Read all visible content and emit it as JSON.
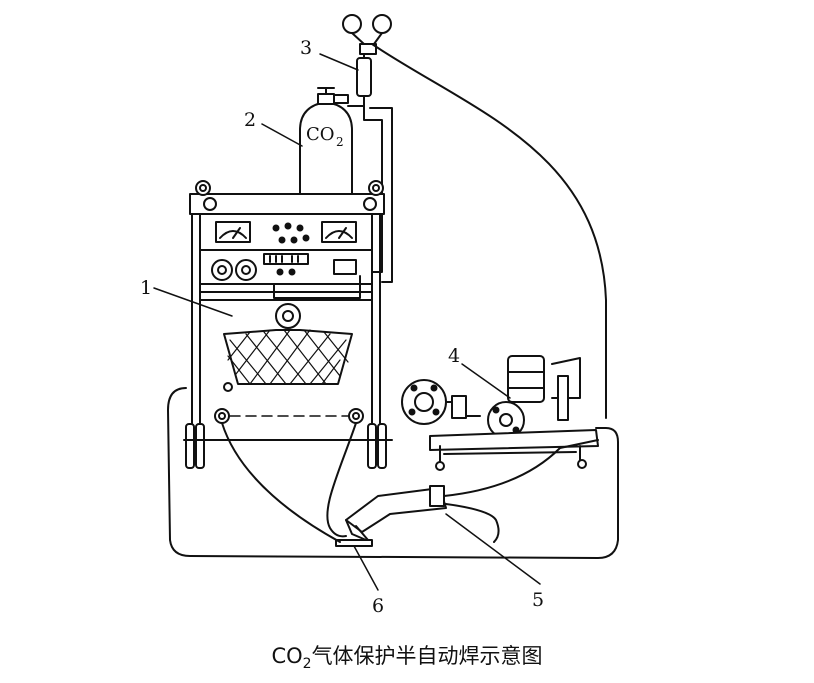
{
  "cylinder": {
    "label": "CO",
    "sub": "2"
  },
  "callouts": [
    {
      "id": "1",
      "text": "1"
    },
    {
      "id": "2",
      "text": "2"
    },
    {
      "id": "3",
      "text": "3"
    },
    {
      "id": "4",
      "text": "4"
    },
    {
      "id": "5",
      "text": "5"
    },
    {
      "id": "6",
      "text": "6"
    }
  ],
  "caption": {
    "prefix": "CO",
    "sub": "2",
    "text": "气体保护半自动焊示意图"
  }
}
